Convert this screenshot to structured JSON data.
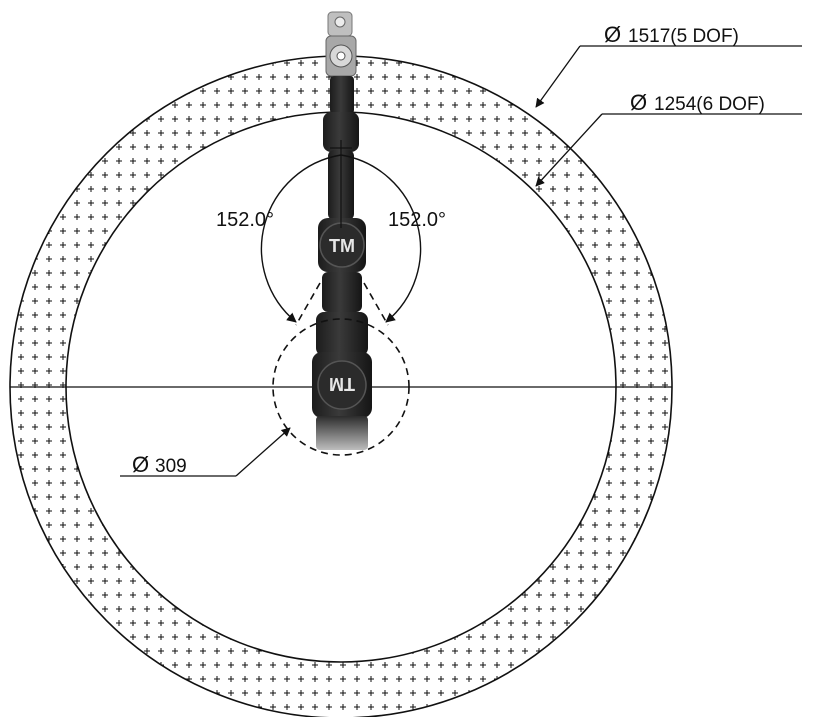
{
  "dimensions": {
    "outer_diameter_label": "1517(5 DOF)",
    "inner_diameter_label": "1254(6 DOF)",
    "base_diameter_label": "309",
    "diameter_symbol": "Ø"
  },
  "angles": {
    "left": "152.0°",
    "right": "152.0°"
  },
  "robot": {
    "upper_logo": "TM",
    "lower_logo": "TM"
  },
  "colors": {
    "line": "#111111",
    "robot_dark": "#2a2a2a",
    "robot_light": "#8c8c8c"
  }
}
